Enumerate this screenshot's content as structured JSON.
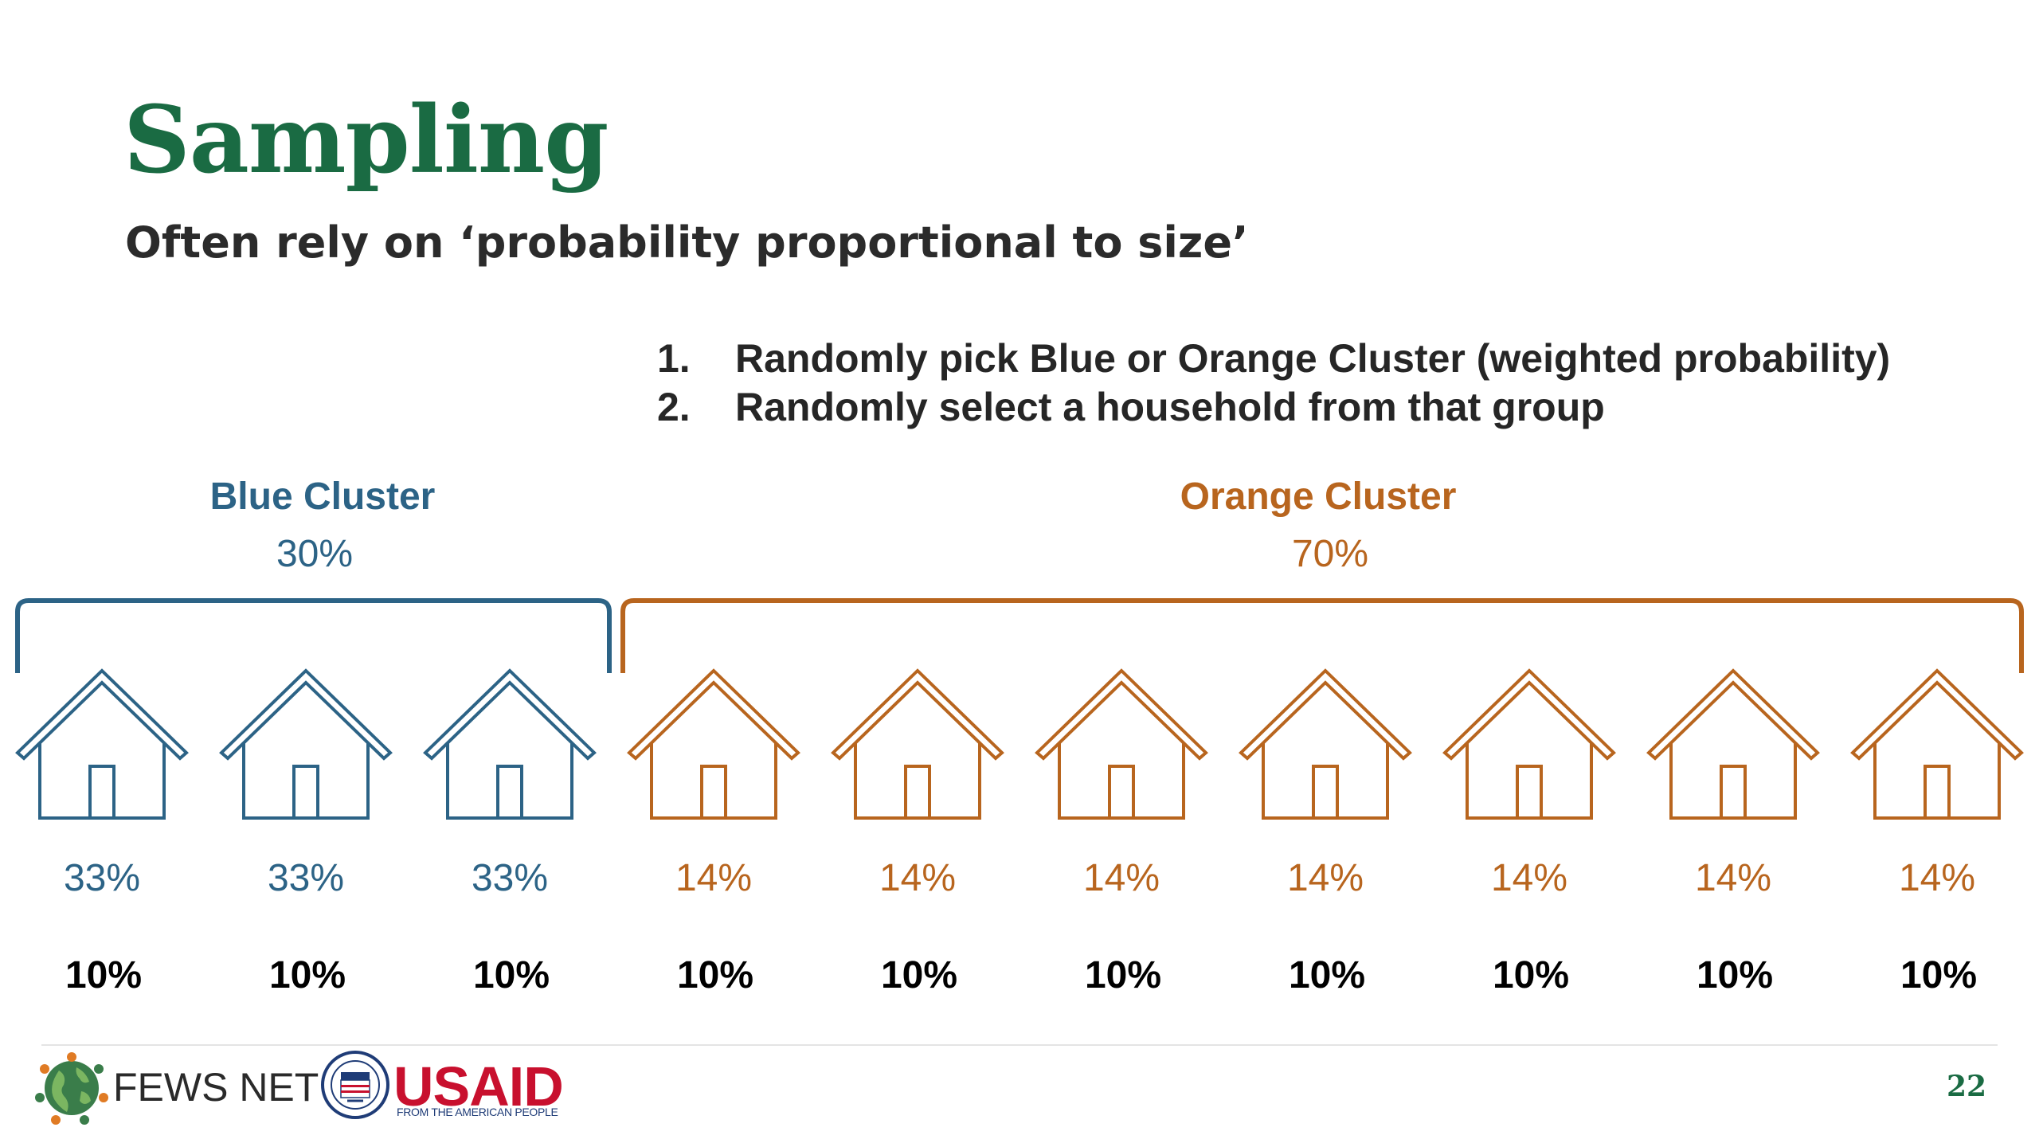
{
  "slide": {
    "title": "Sampling",
    "subtitle": "Often rely on ‘probability proportional to size’",
    "steps": [
      {
        "num": "1.",
        "text": "Randomly pick Blue or Orange Cluster (weighted probability)"
      },
      {
        "num": "2.",
        "text": "Randomly select a household from that group"
      }
    ],
    "page_number": "22"
  },
  "clusters": [
    {
      "name": "Blue Cluster",
      "share": "30%",
      "color": "#2c6386"
    },
    {
      "name": "Orange Cluster",
      "share": "70%",
      "color": "#b8651e"
    }
  ],
  "houses": [
    {
      "cluster": 0,
      "within_pct": "33%",
      "overall_pct": "10%"
    },
    {
      "cluster": 0,
      "within_pct": "33%",
      "overall_pct": "10%"
    },
    {
      "cluster": 0,
      "within_pct": "33%",
      "overall_pct": "10%"
    },
    {
      "cluster": 1,
      "within_pct": "14%",
      "overall_pct": "10%"
    },
    {
      "cluster": 1,
      "within_pct": "14%",
      "overall_pct": "10%"
    },
    {
      "cluster": 1,
      "within_pct": "14%",
      "overall_pct": "10%"
    },
    {
      "cluster": 1,
      "within_pct": "14%",
      "overall_pct": "10%"
    },
    {
      "cluster": 1,
      "within_pct": "14%",
      "overall_pct": "10%"
    },
    {
      "cluster": 1,
      "within_pct": "14%",
      "overall_pct": "10%"
    },
    {
      "cluster": 1,
      "within_pct": "14%",
      "overall_pct": "10%"
    }
  ],
  "footer": {
    "fews_logo_text": "FEWS NET",
    "usaid_logo_text": "USAID",
    "usaid_tagline": "FROM THE AMERICAN PEOPLE",
    "icons": [
      "globe-icon",
      "usaid-seal-icon"
    ]
  }
}
